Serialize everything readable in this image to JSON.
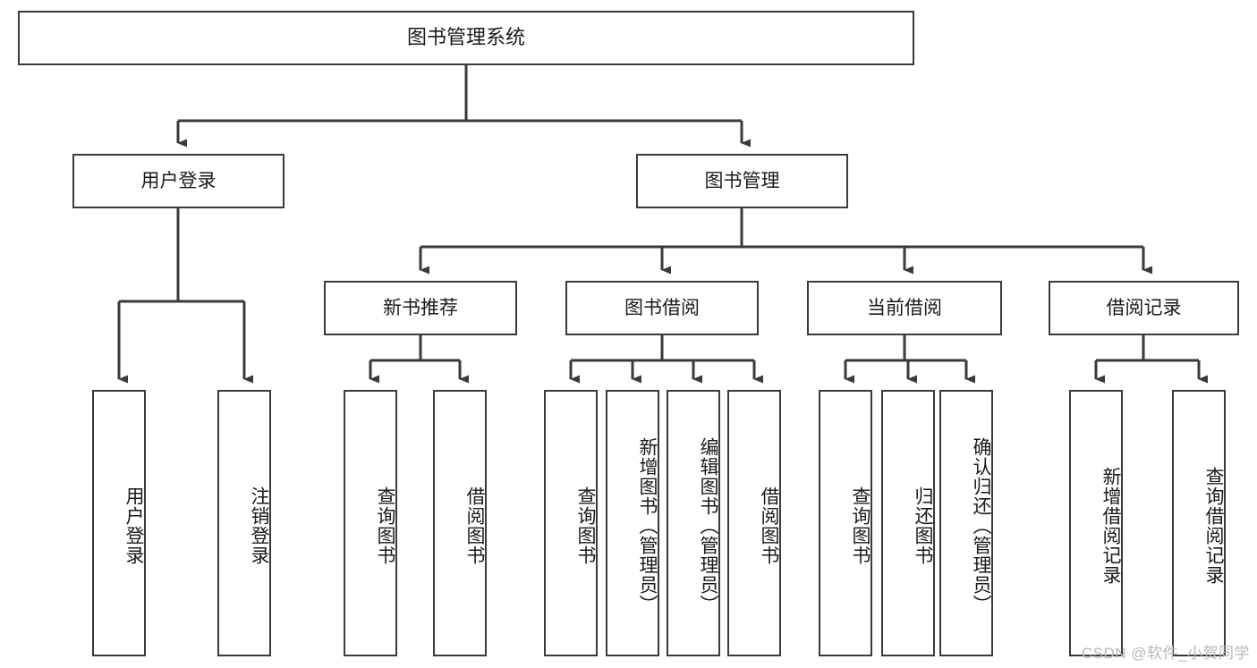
{
  "diagram": {
    "title": "图书管理系统",
    "type": "tree-hierarchy-chart",
    "root": {
      "label": "图书管理系统"
    },
    "level1": [
      {
        "label": "用户登录"
      },
      {
        "label": "图书管理"
      }
    ],
    "level2": [
      {
        "label": "新书推荐"
      },
      {
        "label": "图书借阅"
      },
      {
        "label": "当前借阅"
      },
      {
        "label": "借阅记录"
      }
    ],
    "leaves": {
      "user_login": [
        {
          "label": "用户登录"
        },
        {
          "label": "注销登录"
        }
      ],
      "new_book_recommend": [
        {
          "label": "查询图书"
        },
        {
          "label": "借阅图书"
        }
      ],
      "book_borrow": [
        {
          "label": "查询图书"
        },
        {
          "label": "新增图书（管理员）"
        },
        {
          "label": "编辑图书（管理员）"
        },
        {
          "label": "借阅图书"
        }
      ],
      "current_borrow": [
        {
          "label": "查询图书"
        },
        {
          "label": "归还图书"
        },
        {
          "label": "确认归还（管理员）"
        }
      ],
      "borrow_record": [
        {
          "label": "新增借阅记录"
        },
        {
          "label": "查询借阅记录"
        }
      ]
    }
  },
  "watermark": {
    "text": "CSDN @软件_小贺同学"
  },
  "colors": {
    "border": "#3a3a3a",
    "background": "#ffffff",
    "text": "#1a1a1a",
    "watermark": "#b8b8b8"
  }
}
